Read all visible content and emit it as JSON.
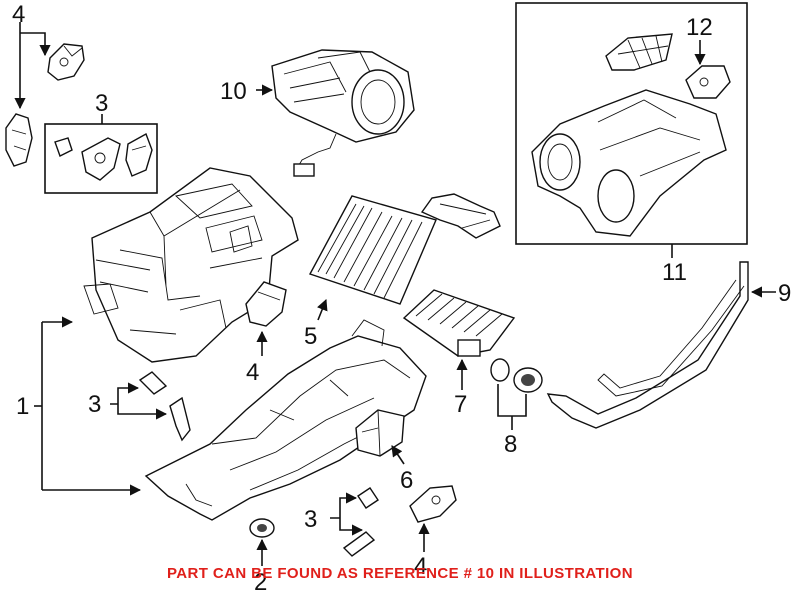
{
  "callouts": {
    "c1": "1",
    "c2": "2",
    "c3a": "3",
    "c3b": "3",
    "c3c": "3",
    "c4a": "4",
    "c4b": "4",
    "c4c": "4",
    "c5": "5",
    "c6": "6",
    "c7": "7",
    "c8": "8",
    "c9": "9",
    "c10": "10",
    "c11": "11",
    "c12": "12"
  },
  "footer_note": "PART CAN BE FOUND AS REFERENCE # 10 IN ILLUSTRATION",
  "colors": {
    "note": "#e0201b",
    "line": "#111111",
    "background": "#ffffff"
  }
}
